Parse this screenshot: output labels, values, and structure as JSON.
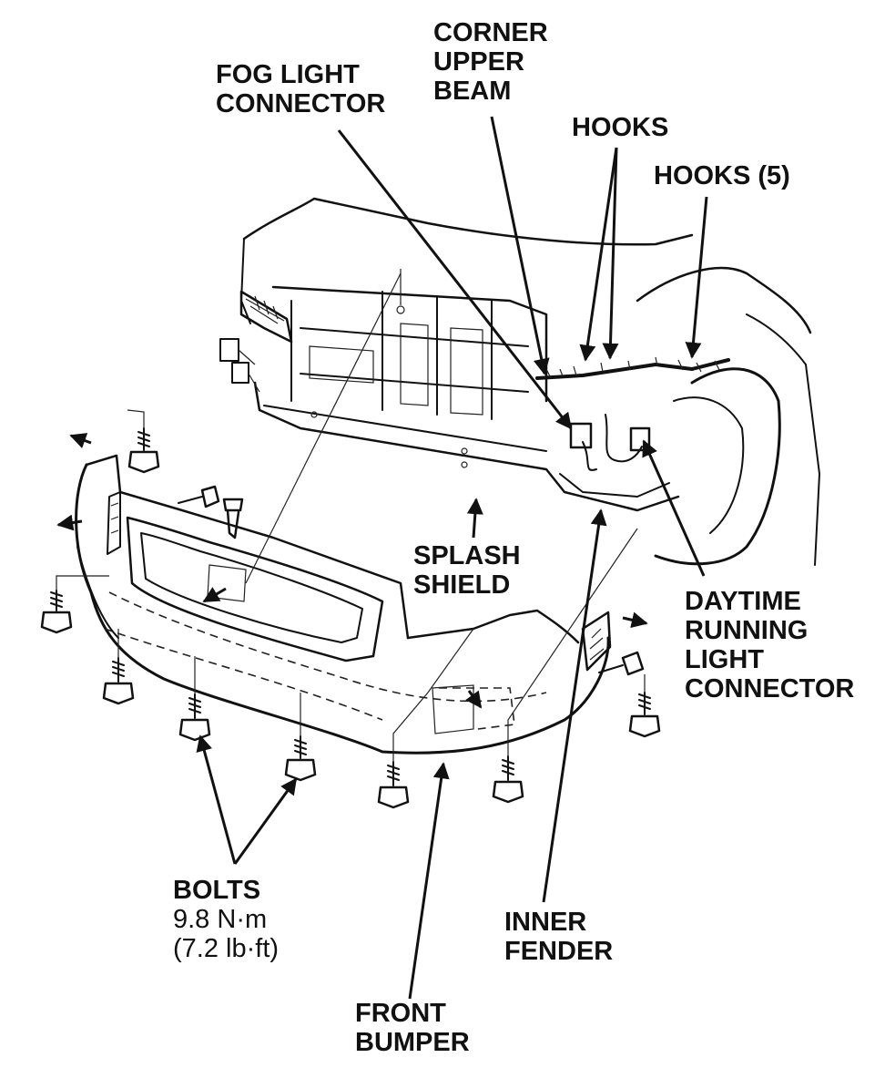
{
  "labels": {
    "corner_upper_beam": [
      "CORNER",
      "UPPER",
      "BEAM"
    ],
    "fog_light_connector": [
      "FOG LIGHT",
      "CONNECTOR"
    ],
    "hooks": "HOOKS",
    "hooks_5": "HOOKS (5)",
    "splash_shield": [
      "SPLASH",
      "SHIELD"
    ],
    "daytime_running_light_connector": [
      "DAYTIME",
      "RUNNING",
      "LIGHT",
      "CONNECTOR"
    ],
    "bolts": {
      "title": "BOLTS",
      "torque_metric": "9.8 N·m",
      "torque_imperial": "(7.2 lb·ft)"
    },
    "inner_fender": [
      "INNER",
      "FENDER"
    ],
    "front_bumper": [
      "FRONT",
      "BUMPER"
    ]
  },
  "colors": {
    "ink": "#111111",
    "background": "#ffffff"
  }
}
